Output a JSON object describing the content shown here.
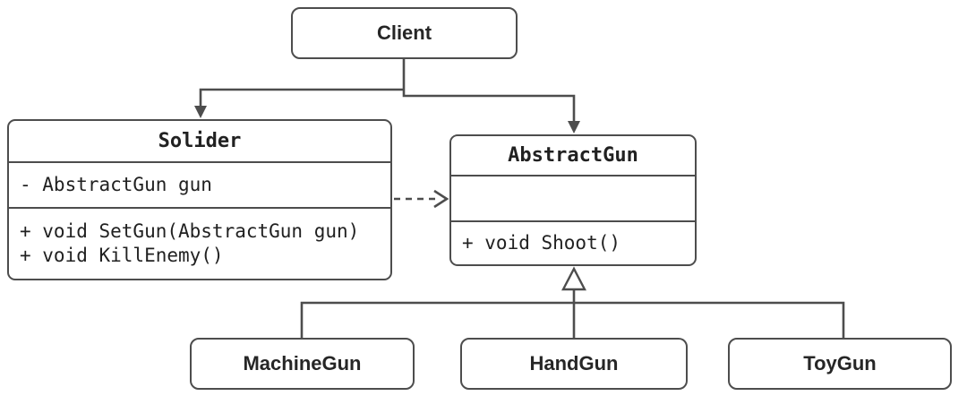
{
  "diagram": {
    "type": "uml-class-diagram",
    "colors": {
      "line": "#4d4d4d",
      "text": "#212121",
      "background": "#ffffff"
    },
    "nodes": {
      "client": {
        "label": "Client"
      },
      "solider": {
        "title": "Solider",
        "fields": [
          "- AbstractGun gun"
        ],
        "methods": [
          "+ void SetGun(AbstractGun gun)",
          "+ void KillEnemy()"
        ]
      },
      "abstract_gun": {
        "title": "AbstractGun",
        "fields": [],
        "methods": [
          "+ void Shoot()"
        ]
      },
      "machine_gun": {
        "label": "MachineGun"
      },
      "hand_gun": {
        "label": "HandGun"
      },
      "toy_gun": {
        "label": "ToyGun"
      }
    },
    "relations": [
      {
        "from": "Client",
        "to": "Solider",
        "type": "directed-association"
      },
      {
        "from": "Client",
        "to": "AbstractGun",
        "type": "directed-association"
      },
      {
        "from": "Solider",
        "to": "AbstractGun",
        "type": "dashed-dependency"
      },
      {
        "from": "MachineGun",
        "to": "AbstractGun",
        "type": "inheritance"
      },
      {
        "from": "HandGun",
        "to": "AbstractGun",
        "type": "inheritance"
      },
      {
        "from": "ToyGun",
        "to": "AbstractGun",
        "type": "inheritance"
      }
    ]
  }
}
